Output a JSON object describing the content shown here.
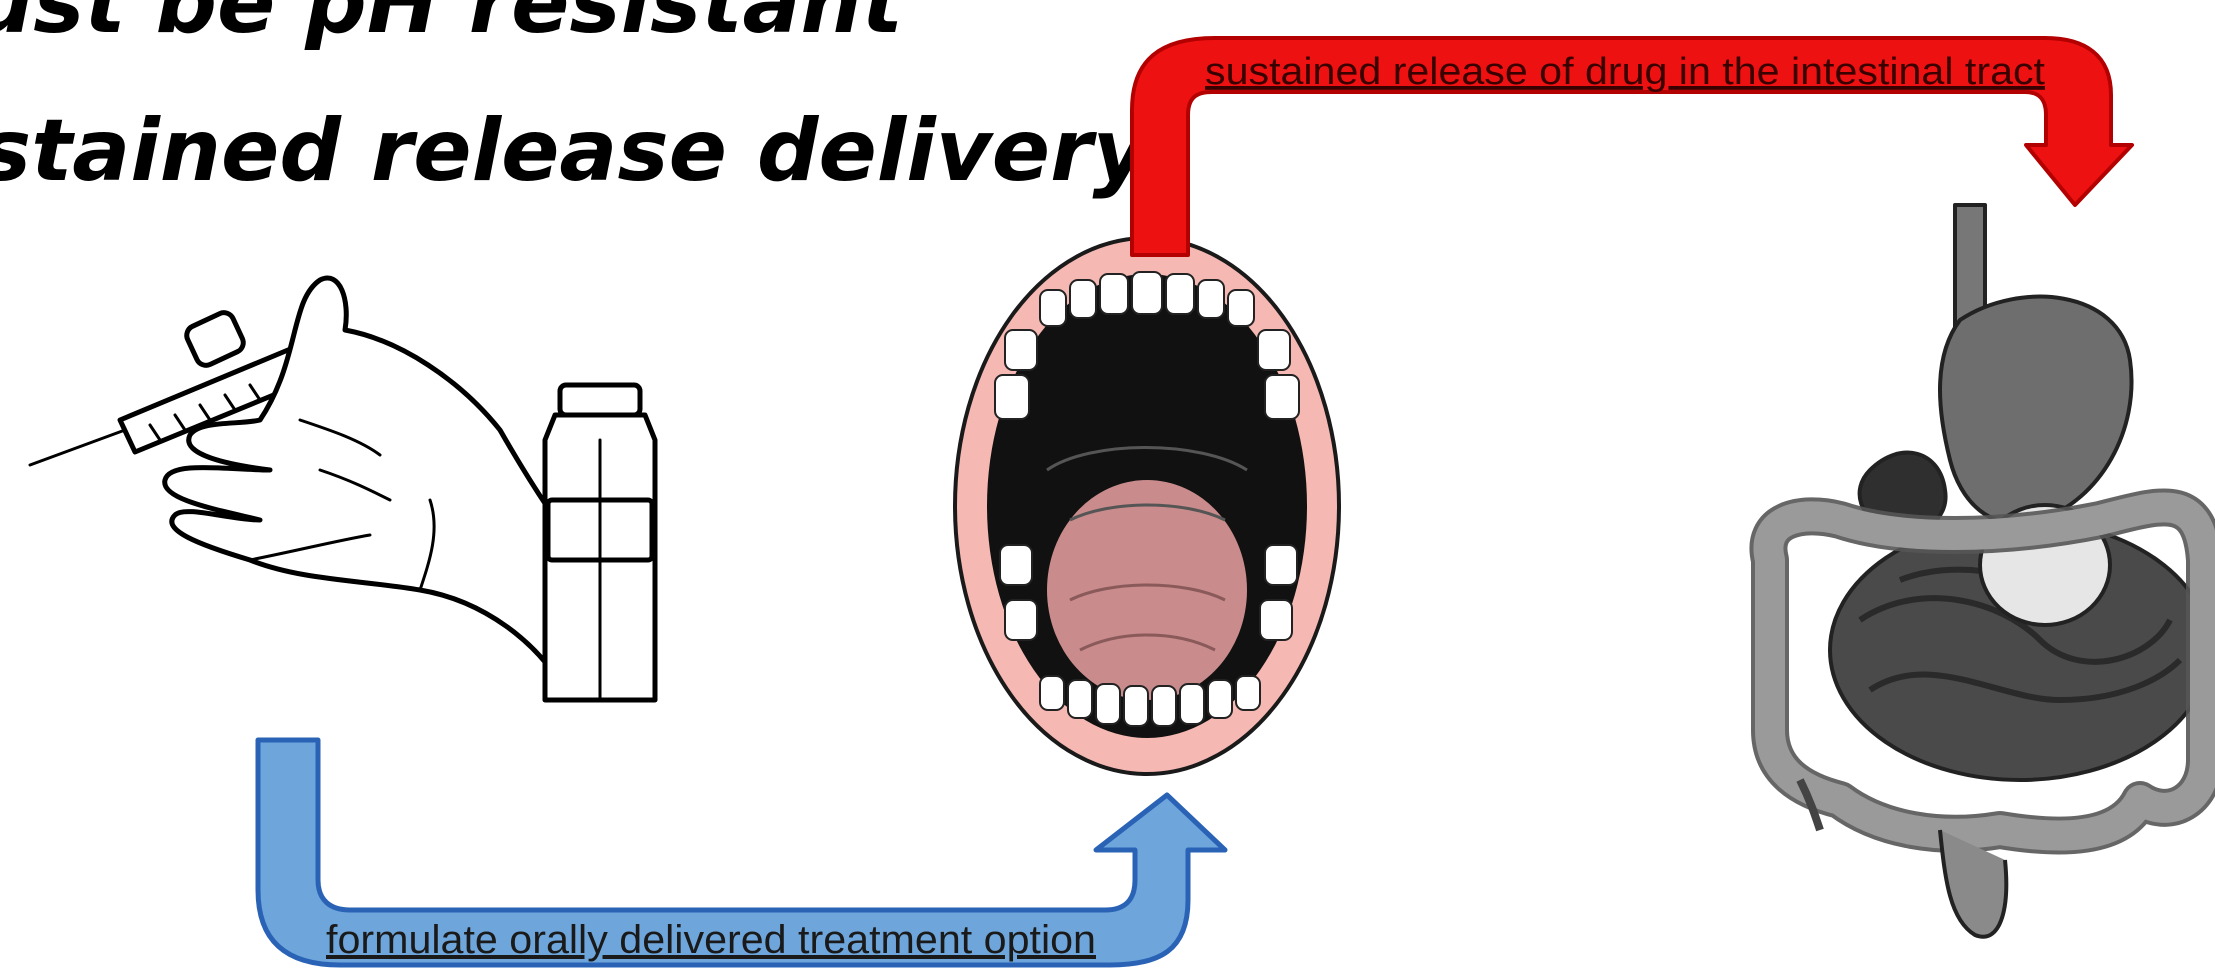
{
  "heading": {
    "line1": "ust be pH resistant",
    "line2": "stained release delivery"
  },
  "arrows": {
    "blue": {
      "label": "formulate orally delivered treatment option",
      "color": "#6ea6dc",
      "stroke": "#2a63b6"
    },
    "red": {
      "label": "sustained release of drug in the intestinal tract",
      "color": "#ee1111",
      "stroke": "#b30000"
    }
  },
  "illustrations": [
    {
      "name": "syringe-hand-icon",
      "description": "hand holding syringe with vial"
    },
    {
      "name": "open-mouth-icon",
      "description": "open mouth with teeth"
    },
    {
      "name": "digestive-tract-icon",
      "description": "stomach and intestines"
    }
  ]
}
